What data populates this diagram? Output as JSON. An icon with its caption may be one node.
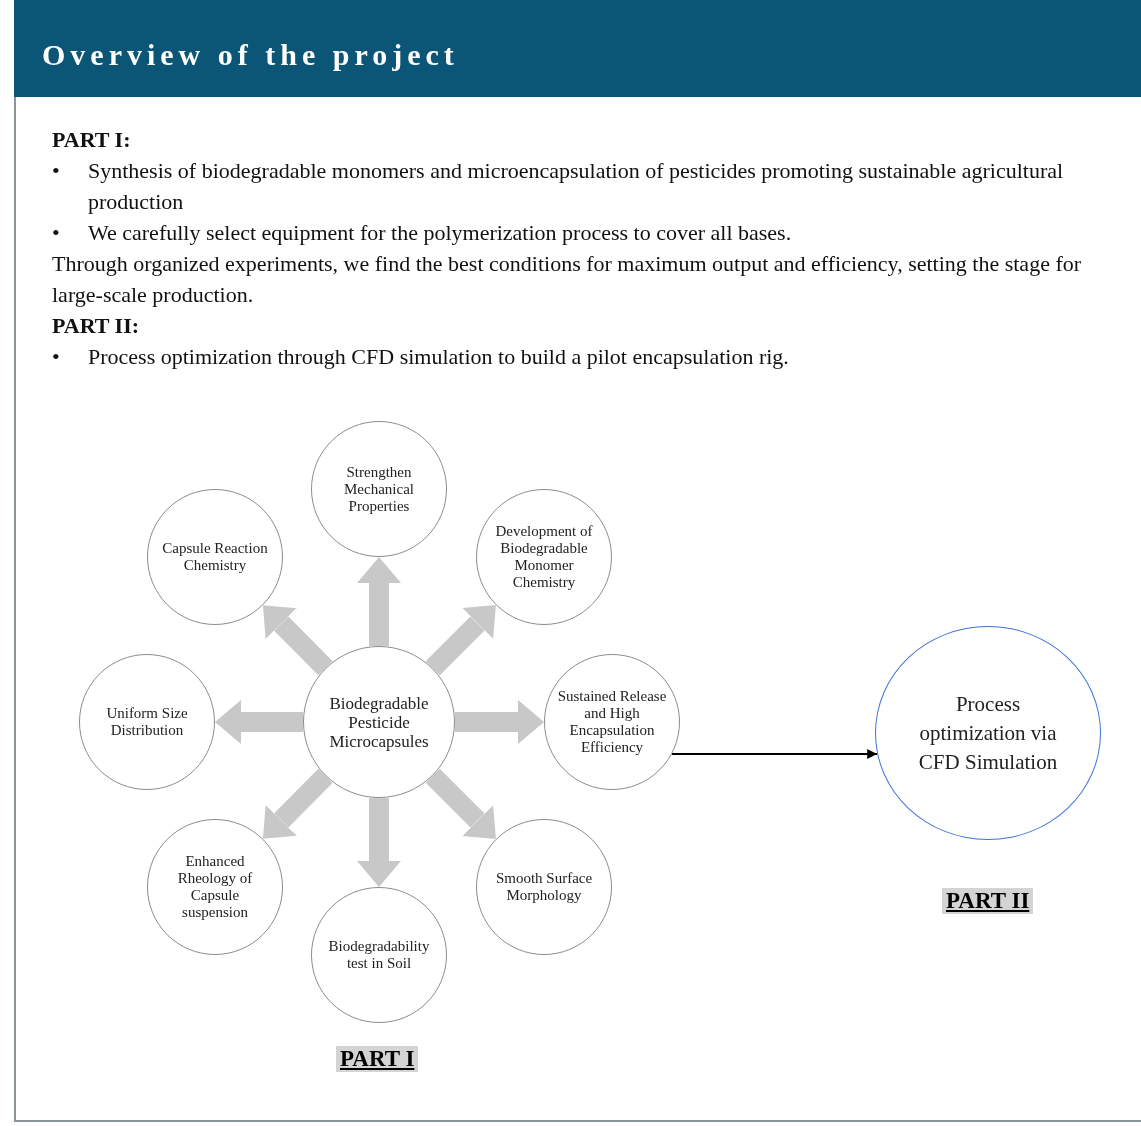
{
  "diagram": {
    "title": "Overview of the project",
    "nodes": [
      {
        "text": [
          "Strengthen Mechanical Properties"
        ]
      },
      {
        "text": [
          "Capsule Reaction Chemistry"
        ]
      },
      {
        "text": [
          "Development of Biodegradable Monomer Chemistry"
        ]
      },
      {
        "text": [
          "Uniform Size Distribution"
        ]
      },
      {
        "text": [
          "Biodegradable Pesticide Microcapsules"
        ]
      },
      {
        "text": [
          "Sustained Release and High Encapsulation Efficiency"
        ]
      },
      {
        "text": [
          "Enhanced Rheology of Capsule suspension"
        ]
      },
      {
        "text": [
          "Smooth Surface Morphology"
        ]
      },
      {
        "text": [
          "Biodegradability test in Soil"
        ]
      },
      {
        "text": [
          "Process optimization via CFD Simulation"
        ]
      }
    ],
    "edges": [
      {
        "from": 4,
        "to": 0,
        "arrow": "to"
      },
      {
        "from": 4,
        "to": 1,
        "arrow": "to"
      },
      {
        "from": 4,
        "to": 2,
        "arrow": "to"
      },
      {
        "from": 4,
        "to": 3,
        "arrow": "to"
      },
      {
        "from": 4,
        "to": 5,
        "arrow": "to"
      },
      {
        "from": 4,
        "to": 6,
        "arrow": "to"
      },
      {
        "from": 4,
        "to": 7,
        "arrow": "to"
      },
      {
        "from": 4,
        "to": 8,
        "arrow": "to"
      },
      {
        "from": 5,
        "to": 9,
        "arrow": "to",
        "color": "#000000"
      }
    ],
    "labels": [
      "PART I:",
      "•",
      "Synthesis of biodegradable monomers and microencapsulation of pesticides promoting sustainable agricultural production",
      "•",
      "We carefully select equipment for the polymerization process to cover all bases.",
      "Through organized experiments, we find the best conditions for maximum output and efficiency, setting the stage for large-scale production.",
      "PART II:",
      "•",
      "Process optimization through CFD simulation to build a pilot encapsulation rig.",
      "PART I",
      "PART II"
    ]
  }
}
